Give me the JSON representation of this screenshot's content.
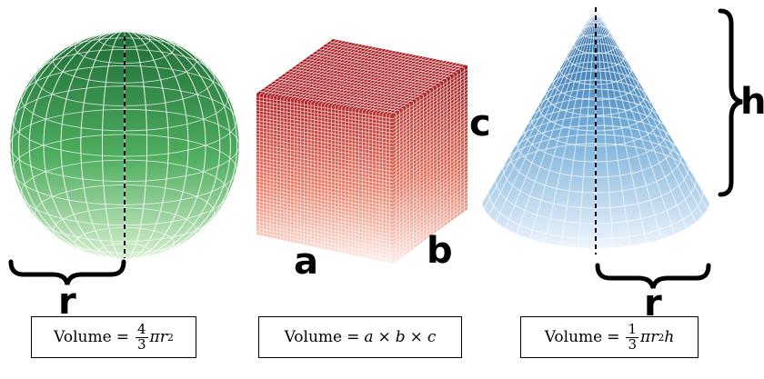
{
  "shapes": [
    {
      "name": "sphere",
      "color": "#2e8b4a"
    },
    {
      "name": "cuboid",
      "color": "#c8282e"
    },
    {
      "name": "cone",
      "color": "#2f7bbf"
    }
  ],
  "labels": {
    "sphere_r": "r",
    "cube_a": "a",
    "cube_b": "b",
    "cube_c": "c",
    "cone_h": "h",
    "cone_r": "r"
  },
  "formulas": {
    "sphere": {
      "word": "Volume",
      "eq": "=",
      "num": "4",
      "den": "3",
      "rest_pi": "π",
      "rest_var": "r",
      "exp": "2"
    },
    "cuboid": {
      "word": "Volume",
      "eq": "=",
      "a": "a",
      "x1": "×",
      "b": "b",
      "x2": "×",
      "c": "c"
    },
    "cone": {
      "word": "Volume",
      "eq": "=",
      "num": "1",
      "den": "3",
      "rest_pi": "π",
      "rest_var": "r",
      "exp": "2",
      "h": "h"
    }
  }
}
